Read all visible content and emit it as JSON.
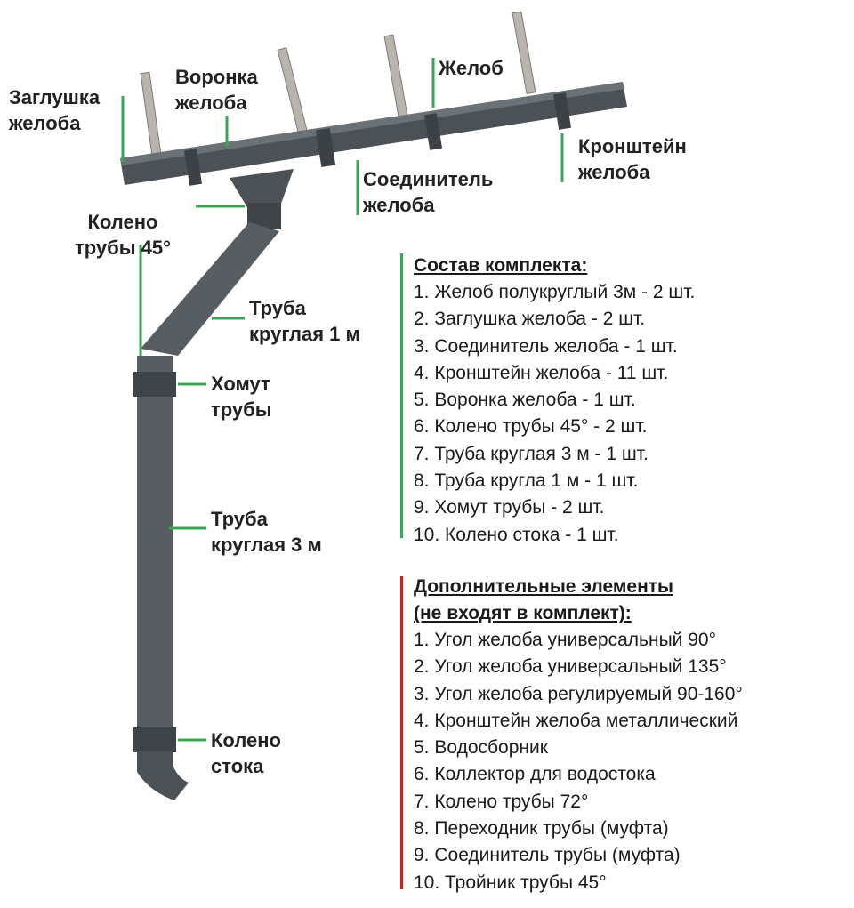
{
  "colors": {
    "accent_green": "#3aa655",
    "accent_red": "#c0282d",
    "pipe": "#4b5155"
  },
  "labels": {
    "end_cap": "Заглушка\nжелоба",
    "funnel": "Воронка\nжелоба",
    "gutter": "Желоб",
    "bracket": "Кронштейн\nжелоба",
    "connector": "Соединитель\nжелоба",
    "elbow45": "Колено\nтрубы 45°",
    "pipe1m": "Труба\nкруглая 1 м",
    "clamp": "Хомут\nтрубы",
    "pipe3m": "Труба\nкруглая 3 м",
    "outlet": "Колено\nстока"
  },
  "kit": {
    "title": "Состав комплекта:",
    "items": [
      "1. Желоб полукруглый 3м - 2 шт.",
      "2. Заглушка желоба - 2 шт.",
      "3. Соединитель желоба - 1 шт.",
      "4. Кронштейн желоба - 11 шт.",
      "5. Воронка желоба - 1 шт.",
      "6. Колено трубы 45° - 2 шт.",
      "7. Труба круглая 3 м - 1 шт.",
      "8. Труба кругла 1 м - 1 шт.",
      "9. Хомут трубы - 2 шт.",
      "10. Колено стока - 1 шт."
    ]
  },
  "extra": {
    "title_line1": "Дополнительные элементы",
    "title_line2": "(не входят в комплект):",
    "items": [
      "1. Угол желоба универсальный 90°",
      "2. Угол желоба универсальный 135°",
      "3. Угол желоба регулируемый 90-160°",
      "4. Кронштейн желоба металлический",
      "5. Водосборник",
      "6. Коллектор для водостока",
      "7. Колено трубы 72°",
      "8. Переходник трубы (муфта)",
      "9. Соединитель трубы (муфта)",
      "10. Тройник трубы 45°"
    ]
  }
}
